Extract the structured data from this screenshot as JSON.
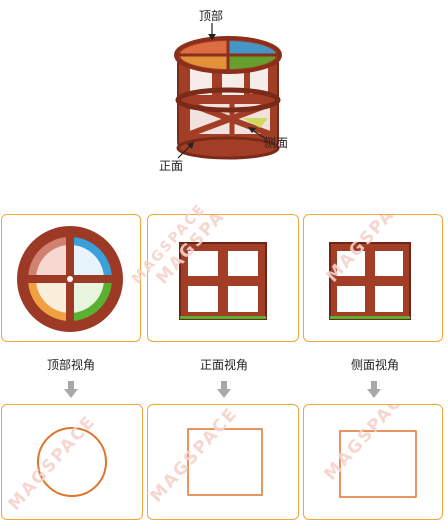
{
  "top_labels": {
    "top": "顶部",
    "side": "侧面",
    "front": "正面"
  },
  "watermark_text": "MAGSPACE",
  "views": [
    {
      "caption": "顶部视角",
      "outline_shape": "circle"
    },
    {
      "caption": "正面视角",
      "outline_shape": "square"
    },
    {
      "caption": "侧面视角",
      "outline_shape": "square"
    }
  ],
  "colors": {
    "panel_border": "#f0a83c",
    "outline_stroke": "#e0742a",
    "tile_red": "#b8452d",
    "tile_blue": "#3aa0d8",
    "tile_green": "#5ab030",
    "tile_orange": "#f0a040",
    "arrow_gray": "#a8a8a8"
  }
}
